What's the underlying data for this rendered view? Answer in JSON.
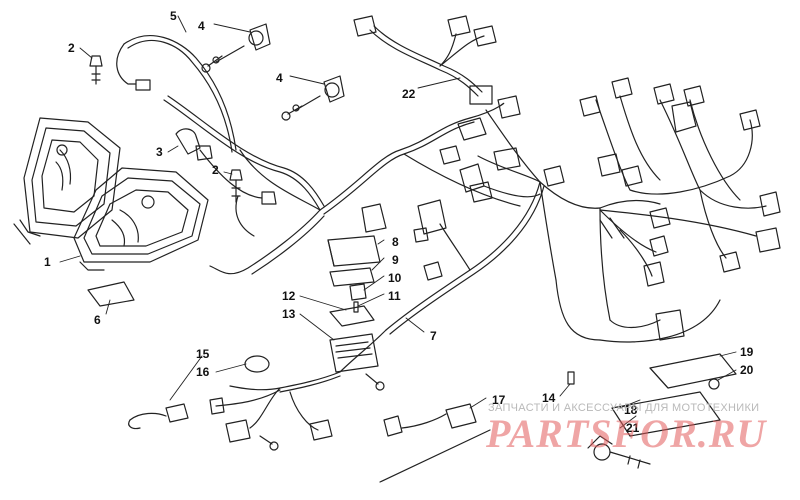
{
  "callouts": [
    {
      "id": "1",
      "text": "1"
    },
    {
      "id": "2a",
      "text": "2"
    },
    {
      "id": "2b",
      "text": "2"
    },
    {
      "id": "3",
      "text": "3"
    },
    {
      "id": "4a",
      "text": "4"
    },
    {
      "id": "4b",
      "text": "4"
    },
    {
      "id": "5",
      "text": "5"
    },
    {
      "id": "6",
      "text": "6"
    },
    {
      "id": "7",
      "text": "7"
    },
    {
      "id": "8",
      "text": "8"
    },
    {
      "id": "9",
      "text": "9"
    },
    {
      "id": "10",
      "text": "10"
    },
    {
      "id": "11",
      "text": "11"
    },
    {
      "id": "12",
      "text": "12"
    },
    {
      "id": "13",
      "text": "13"
    },
    {
      "id": "14",
      "text": "14"
    },
    {
      "id": "15",
      "text": "15"
    },
    {
      "id": "16",
      "text": "16"
    },
    {
      "id": "17",
      "text": "17"
    },
    {
      "id": "18",
      "text": "18"
    },
    {
      "id": "19",
      "text": "19"
    },
    {
      "id": "20",
      "text": "20"
    },
    {
      "id": "21",
      "text": "21"
    },
    {
      "id": "22",
      "text": "22"
    }
  ],
  "watermark": {
    "tagline": "ЗАПЧАСТИ И АКСЕССУАРЫ ДЛЯ МОТОТЕХНИКИ",
    "logo": "PARTSFOR.RU"
  },
  "colors": {
    "line": "#222222",
    "watermark_red": "#e25c5c",
    "watermark_gray": "#b9b9b9"
  }
}
